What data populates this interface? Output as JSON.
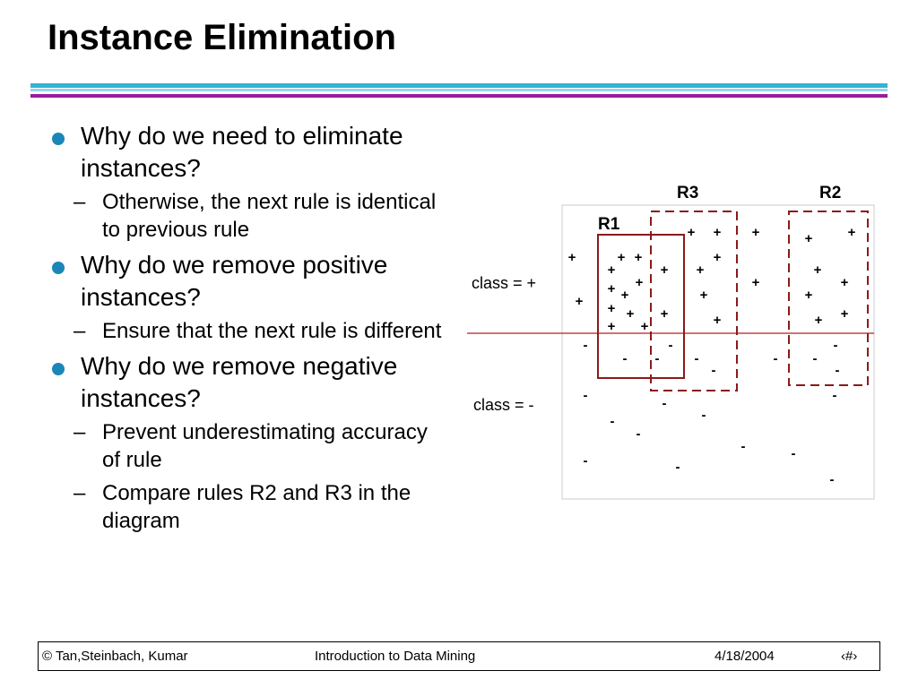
{
  "slide": {
    "title": "Instance Elimination"
  },
  "bullets": [
    {
      "text": "Why do we need to eliminate instances?",
      "subs": [
        "Otherwise, the next rule is identical to previous rule"
      ]
    },
    {
      "text": "Why do we remove positive instances?",
      "subs": [
        "Ensure that the next rule is different"
      ]
    },
    {
      "text": "Why do we remove negative instances?",
      "subs": [
        "Prevent underestimating accuracy of rule",
        "Compare rules R2 and R3 in the diagram"
      ]
    }
  ],
  "diagram": {
    "rule_labels": {
      "r1": "R1",
      "r2": "R2",
      "r3": "R3"
    },
    "class_labels": {
      "positive": "class = +",
      "negative": "class = -"
    },
    "positive_symbol": "+",
    "negative_symbol": "-",
    "colors": {
      "r1_box": "#8b1a1a",
      "dashed_box": "#8b1a1a",
      "divider": "#b22222",
      "frame": "#cccccc"
    }
  },
  "footer": {
    "left": "© Tan,Steinbach, Kumar",
    "center": "Introduction to Data Mining",
    "date": "4/18/2004",
    "page": "‹#›"
  }
}
